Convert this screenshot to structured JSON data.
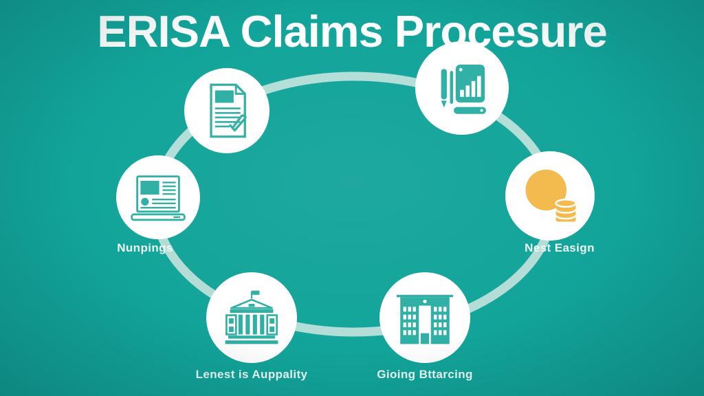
{
  "title": "ERISA Claims Procesure",
  "colors": {
    "background": "#12a49a",
    "ring": "#c9e5df",
    "icon-teal": "#2fafa5",
    "coin-yellow": "#f3b94c",
    "label-text": "#eef9f6",
    "title-text": "#fcfffe",
    "circle": "#ffffff"
  },
  "steps": [
    {
      "icon": "document-check-icon",
      "label": ""
    },
    {
      "icon": "pen-report-chart-icon",
      "label": ""
    },
    {
      "icon": "laptop-browser-icon",
      "label": "Nunpings"
    },
    {
      "icon": "coins-icon",
      "label": "Nest Easign"
    },
    {
      "icon": "bank-building-icon",
      "label": "Lenest is Auppality"
    },
    {
      "icon": "office-building-icon",
      "label": "Gioing Bttarcing"
    }
  ]
}
